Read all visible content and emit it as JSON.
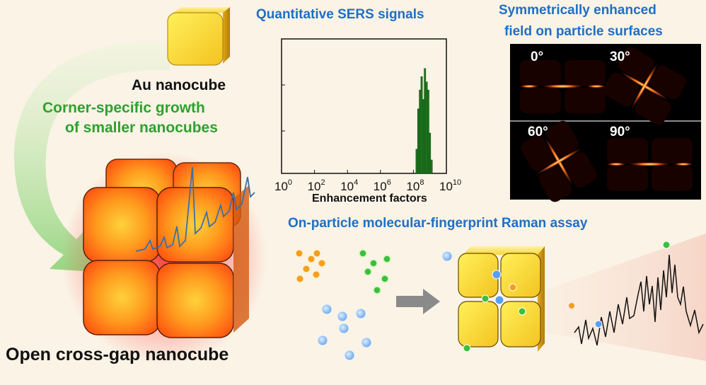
{
  "labels": {
    "au_nanocube": "Au nanocube",
    "growth_line1": "Corner-specific growth",
    "growth_line2": "of smaller nanocubes",
    "open_cross_gap": "Open cross-gap nanocube",
    "quantitative_sers": "Quantitative SERS signals",
    "field_line1": "Symmetrically enhanced",
    "field_line2": "field on particle surfaces",
    "raman_assay": "On-particle molecular-fingerprint Raman assay"
  },
  "field_maps": {
    "angles": [
      "0°",
      "30°",
      "60°",
      "90°"
    ]
  },
  "chart_data": {
    "type": "bar",
    "xlabel": "Enhancement factors",
    "x_scale": "log",
    "xlim": [
      1,
      10000000000
    ],
    "xticks": [
      {
        "value": 1,
        "base": "10",
        "exp": "0"
      },
      {
        "value": 100,
        "base": "10",
        "exp": "2"
      },
      {
        "value": 10000,
        "base": "10",
        "exp": "4"
      },
      {
        "value": 1000000,
        "base": "10",
        "exp": "6"
      },
      {
        "value": 100000000,
        "base": "10",
        "exp": "8"
      },
      {
        "value": 10000000000,
        "base": "10",
        "exp": "10"
      }
    ],
    "ylabel": "",
    "y_ticks_labeled": false,
    "grid": false,
    "bar_color": "#1f7a1f",
    "bins": [
      {
        "log_ef": 8.2,
        "count": 0.18
      },
      {
        "log_ef": 8.3,
        "count": 0.48
      },
      {
        "log_ef": 8.4,
        "count": 0.62
      },
      {
        "log_ef": 8.5,
        "count": 0.72
      },
      {
        "log_ef": 8.6,
        "count": 0.55
      },
      {
        "log_ef": 8.7,
        "count": 0.78
      },
      {
        "log_ef": 8.8,
        "count": 0.68
      },
      {
        "log_ef": 8.9,
        "count": 0.62
      },
      {
        "log_ef": 9.0,
        "count": 0.3
      },
      {
        "log_ef": 9.1,
        "count": 0.1
      }
    ]
  }
}
